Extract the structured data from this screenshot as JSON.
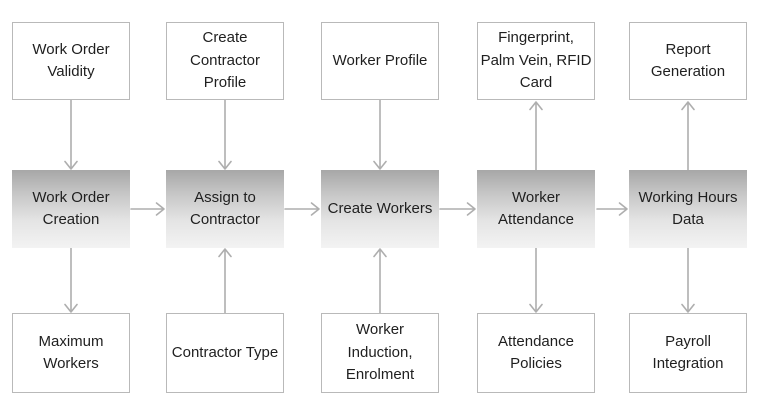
{
  "diagram": {
    "type": "flowchart",
    "top_row": [
      {
        "label": "Work Order\nValidity"
      },
      {
        "label": "Create\nContractor\nProfile"
      },
      {
        "label": "Worker Profile"
      },
      {
        "label": "Fingerprint,\nPalm Vein, RFID\nCard"
      },
      {
        "label": "Report\nGeneration"
      }
    ],
    "middle_row": [
      {
        "label": "Work Order\nCreation"
      },
      {
        "label": "Assign to\nContractor"
      },
      {
        "label": "Create Workers"
      },
      {
        "label": "Worker\nAttendance"
      },
      {
        "label": "Working Hours\nData"
      }
    ],
    "bottom_row": [
      {
        "label": "Maximum\nWorkers"
      },
      {
        "label": "Contractor Type"
      },
      {
        "label": "Worker\nInduction,\nEnrolment"
      },
      {
        "label": "Attendance\nPolicies"
      },
      {
        "label": "Payroll\nIntegration"
      }
    ],
    "edges": [
      {
        "from": "Work Order Validity",
        "to": "Work Order Creation",
        "direction": "down"
      },
      {
        "from": "Create Contractor Profile",
        "to": "Assign to Contractor",
        "direction": "down"
      },
      {
        "from": "Worker Profile",
        "to": "Create Workers",
        "direction": "down"
      },
      {
        "from": "Worker Attendance",
        "to": "Fingerprint, Palm Vein, RFID Card",
        "direction": "up"
      },
      {
        "from": "Working Hours Data",
        "to": "Report Generation",
        "direction": "up"
      },
      {
        "from": "Work Order Creation",
        "to": "Maximum Workers",
        "direction": "down"
      },
      {
        "from": "Contractor Type",
        "to": "Assign to Contractor",
        "direction": "up"
      },
      {
        "from": "Worker Induction, Enrolment",
        "to": "Create Workers",
        "direction": "up"
      },
      {
        "from": "Worker Attendance",
        "to": "Attendance Policies",
        "direction": "down"
      },
      {
        "from": "Working Hours Data",
        "to": "Payroll Integration",
        "direction": "down"
      },
      {
        "from": "Work Order Creation",
        "to": "Assign to Contractor",
        "direction": "right"
      },
      {
        "from": "Assign to Contractor",
        "to": "Create Workers",
        "direction": "right"
      },
      {
        "from": "Create Workers",
        "to": "Worker Attendance",
        "direction": "right"
      },
      {
        "from": "Worker Attendance",
        "to": "Working Hours Data",
        "direction": "right"
      }
    ],
    "colors": {
      "box_border": "#b9b9b9",
      "box_fill": "#ffffff",
      "process_gradient_top": "#a7a7a7",
      "process_gradient_bottom": "#f3f3f3",
      "arrow": "#aeaeae",
      "text": "#1f1f1f",
      "background": "#ffffff"
    }
  }
}
